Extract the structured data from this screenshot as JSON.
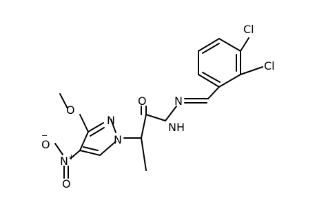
{
  "structure": {
    "atoms": {
      "cl_upper": "Cl",
      "cl_lower": "Cl",
      "carbonyl_o": "O",
      "hydrazone_n1": "N",
      "hydrazone_n2": "N",
      "nh_hydrogen": "H",
      "pyrazole_n1": "N",
      "pyrazole_n2": "N",
      "methoxy_o": "O",
      "nitro_n": "N",
      "nitro_n_charge": "+",
      "nitro_o_top": "O",
      "nitro_o_top_charge": "−",
      "nitro_o_bottom": "O"
    }
  }
}
